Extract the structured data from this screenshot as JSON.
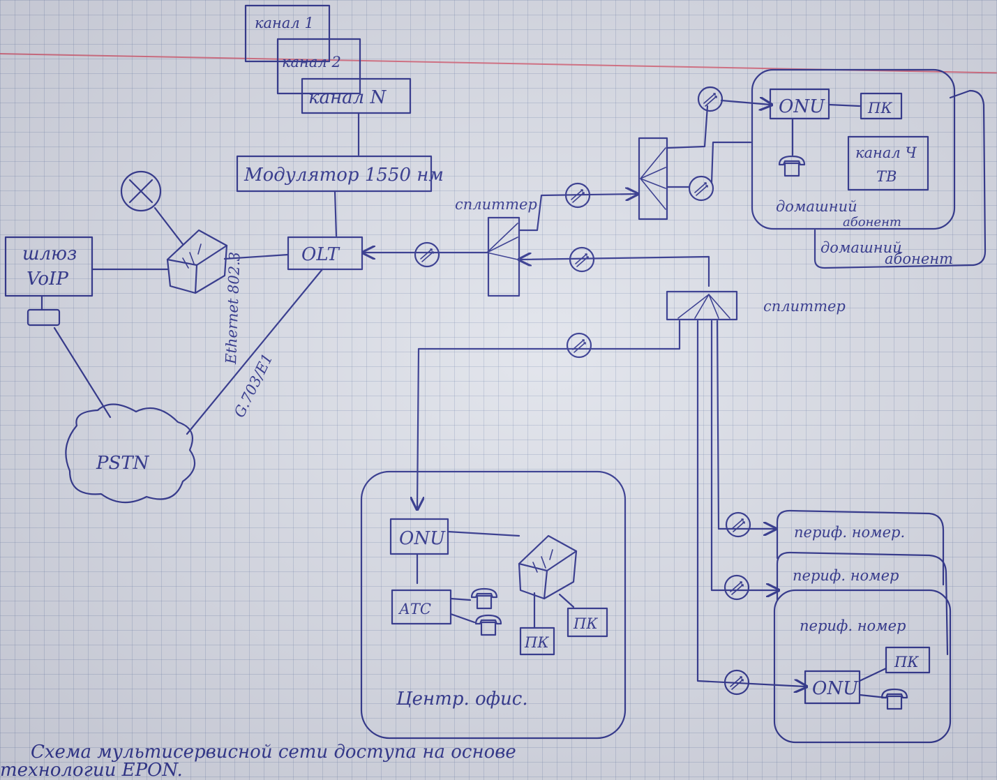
{
  "nodes": {
    "channel1": "канал 1",
    "channel2": "канал 2",
    "channelN": "канал N",
    "modulator": "Модулятор 1550 нм",
    "olt": "OLT",
    "voip_gateway": [
      "шлюз",
      "VoIP"
    ],
    "pstn": "PSTN",
    "splitter_top": "сплиттер",
    "splitter_right": "сплиттер",
    "onu_home": "ONU",
    "pc_home": "ПК",
    "tv": [
      "канал Ч",
      "ТВ"
    ],
    "home_subscriber": [
      "домашний",
      "абонент"
    ],
    "home_subscriber2": [
      "домашний",
      "абонент"
    ],
    "onu_office": "ONU",
    "pbx": "АТС",
    "pc_office1": "ПК",
    "pc_office2": "ПК",
    "central_office": "Центр. офис.",
    "periph1": "периф. номер.",
    "periph2": "периф. номер",
    "periph3": "периф. номер",
    "onu_periph": "ONU",
    "pc_periph": "ПК"
  },
  "links": {
    "ethernet": "Ethernet 802.3",
    "g703": "G.703/E1"
  },
  "caption": [
    "Схема мультисервисной сети доступа на основе",
    "технологии EPON."
  ],
  "colors": {
    "ink": "#2a2f8a",
    "margin": "#d9576b",
    "paper": "#dfe2ea"
  }
}
